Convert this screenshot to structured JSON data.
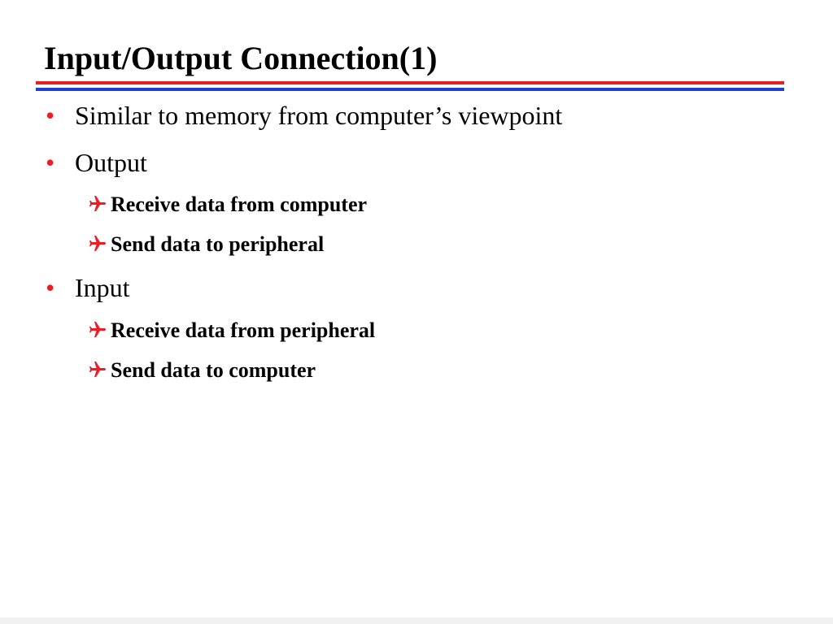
{
  "slide": {
    "title": "Input/Output Connection(1)",
    "bullet_glyph": "•",
    "bullets": [
      {
        "text": "Similar to memory from computer’s viewpoint",
        "subitems": []
      },
      {
        "text": "Output",
        "subitems": [
          "Receive data from computer",
          "Send data to peripheral"
        ]
      },
      {
        "text": "Input",
        "subitems": [
          "Receive data from peripheral",
          "Send data to computer"
        ]
      }
    ],
    "sub_icon": "airplane-icon"
  },
  "colors": {
    "accent_red": "#ee1c25",
    "accent_blue": "#1f3fcf",
    "text": "#000000",
    "background": "#ffffff"
  }
}
